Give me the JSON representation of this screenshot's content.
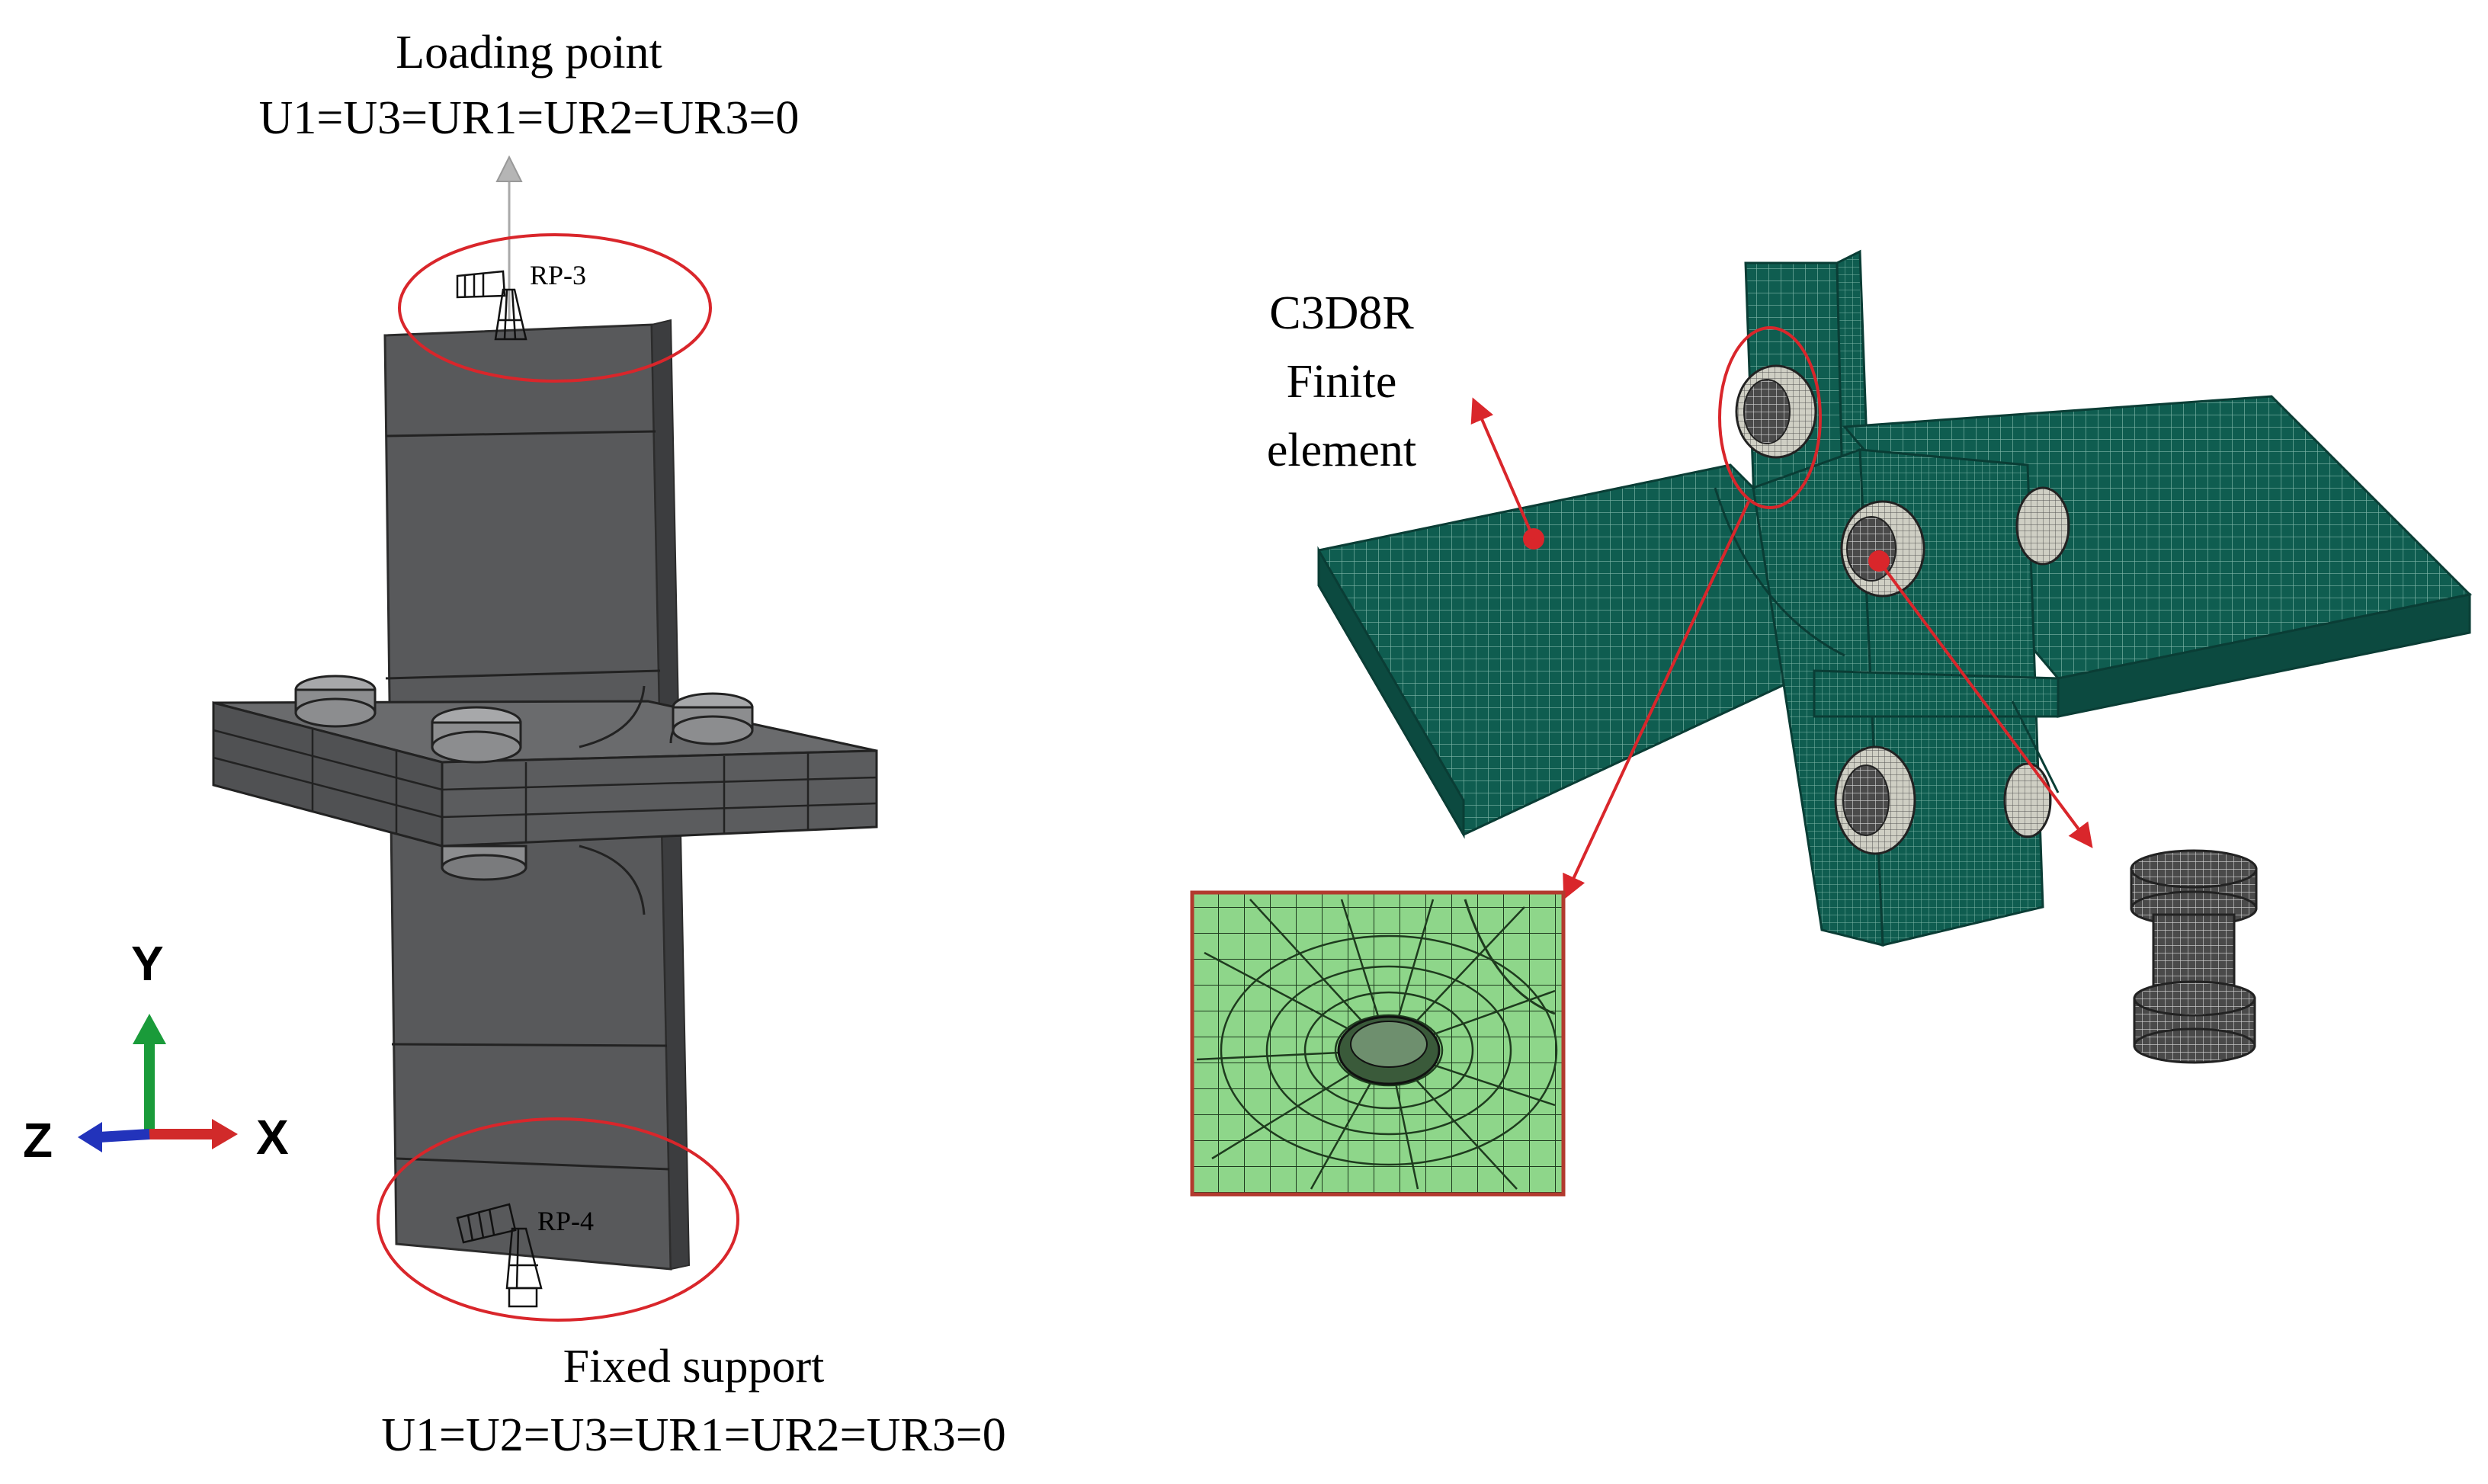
{
  "left_model": {
    "loading_point": {
      "title": "Loading point",
      "condition": "U1=U3=UR1=UR2=UR3=0",
      "ref_point": "RP-3"
    },
    "fixed_support": {
      "title": "Fixed support",
      "condition": "U1=U2=U3=UR1=UR2=UR3=0",
      "ref_point": "RP-4"
    },
    "axes": {
      "y": "Y",
      "x": "X",
      "z": "Z"
    }
  },
  "right_model": {
    "element_label": {
      "line1": "C3D8R",
      "line2": "Finite",
      "line3": "element"
    }
  },
  "colors": {
    "steel": "#58595b",
    "steel_dark": "#3c3d3f",
    "mesh": "#0f5d50",
    "mesh_line": "#7fb6a8",
    "highlight": "#d9262b",
    "detail_mesh": "#8ed68a",
    "axis_y": "#1a9b3a",
    "axis_x": "#d12a2a",
    "axis_z": "#2233bb"
  }
}
